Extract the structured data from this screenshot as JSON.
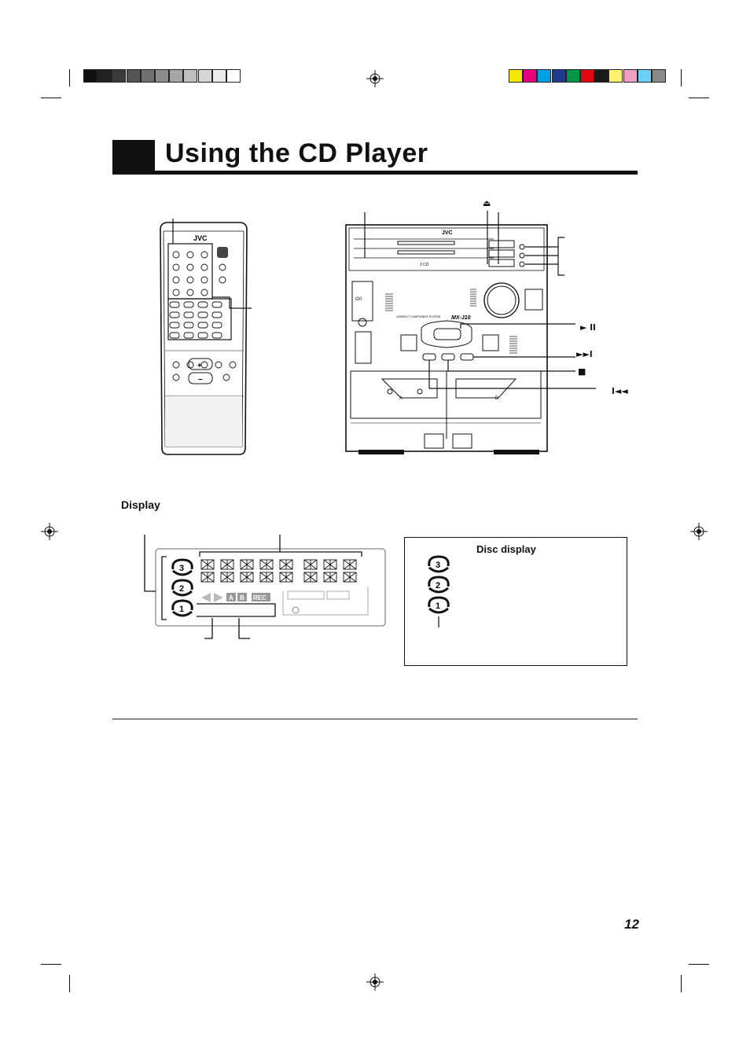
{
  "page": {
    "title": "Using the CD Player",
    "page_number": "12"
  },
  "labels": {
    "display_heading": "Display",
    "disc_display_heading": "Disc display",
    "remote_brand": "JVC",
    "unit_brand": "JVC",
    "unit_model": "MX-J10",
    "unit_subtitle": "COMPACT COMPONENT SYSTEM",
    "deck_a": "A",
    "deck_b": "B",
    "power_label": "O/I",
    "three_cd_label": "3 CD",
    "rec_label": "REC",
    "a_label": "A",
    "b_label": "B"
  },
  "callout_symbols": {
    "eject": "⏏",
    "play_pause": "► ll",
    "next": "►►l",
    "stop": "■",
    "prev": "l◄◄"
  },
  "disc_numbers": [
    "3",
    "2",
    "1"
  ],
  "registration_colors": {
    "grays": [
      "#111111",
      "#222222",
      "#3a3a3a",
      "#555555",
      "#707070",
      "#8c8c8c",
      "#a6a6a6",
      "#bfbfbf",
      "#d6d6d6",
      "#eaeaea",
      "#ffffff"
    ],
    "colors": [
      "#f7e600",
      "#e6007e",
      "#009fe3",
      "#1d3b8f",
      "#009846",
      "#e30613",
      "#1a1a1a",
      "#fff36d",
      "#f29fc5",
      "#6ccff6",
      "#8a8a8a"
    ]
  }
}
